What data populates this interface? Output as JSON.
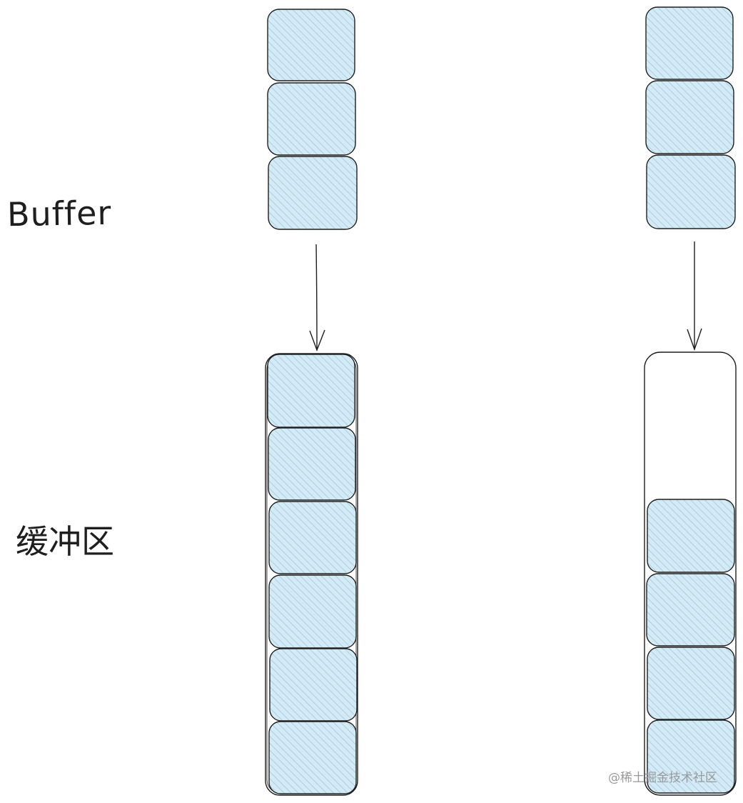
{
  "labels": {
    "buffer": "Buffer",
    "buffer_zone": "缓冲区"
  },
  "watermark": "@稀土掘金技术社区",
  "colors": {
    "block_fill": "#d4ebf6",
    "hatch": "#a9cfe3",
    "stroke": "#1e1e1e"
  },
  "columns": [
    {
      "id": "left",
      "incoming_blocks": 3,
      "buffer_blocks": 6
    },
    {
      "id": "right",
      "incoming_blocks": 3,
      "buffer_blocks": 4
    }
  ]
}
